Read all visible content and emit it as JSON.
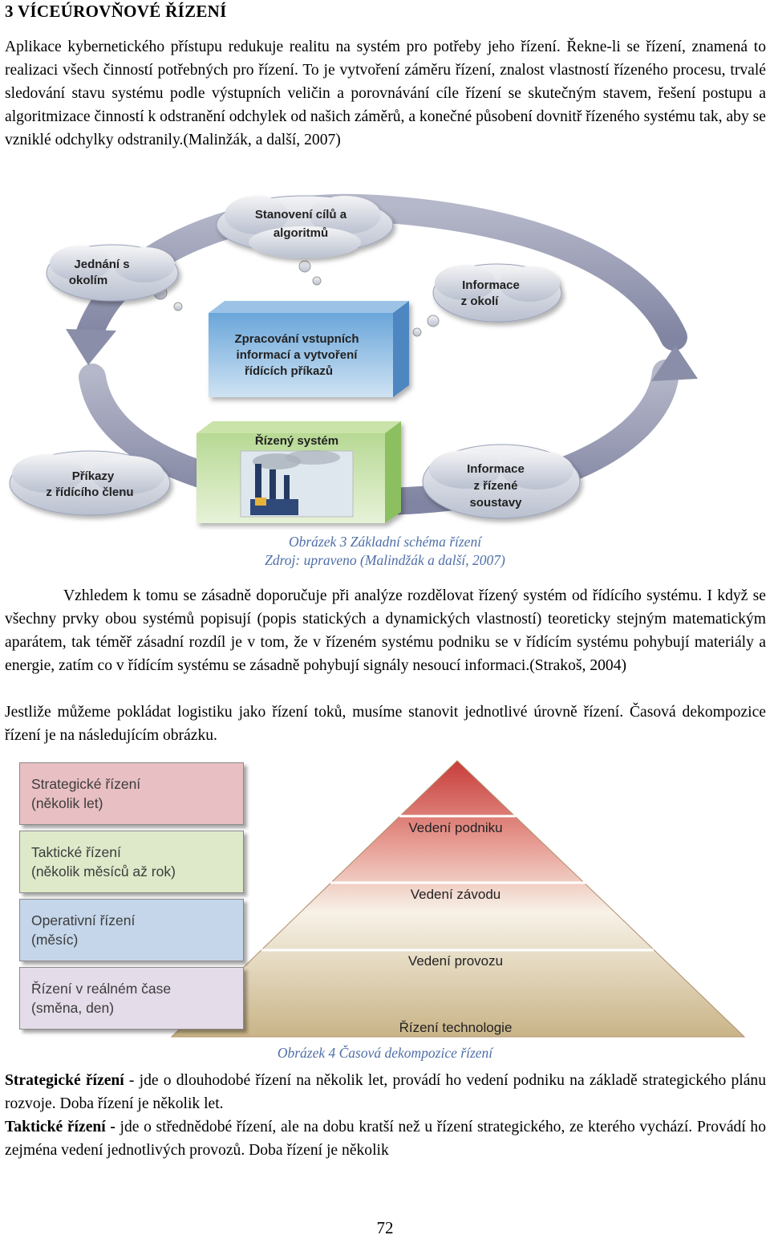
{
  "heading": "3  VÍCEÚROVŇOVÉ ŘÍZENÍ",
  "intro_paragraph": "Aplikace kybernetického přístupu redukuje realitu na systém pro potřeby jeho řízení. Řekne-li se řízení, znamená to realizaci všech činností potřebných pro řízení. To je vytvoření záměru řízení, znalost vlastností řízeného procesu, trvalé sledování stavu systému podle výstupních veličin a porovnávání cíle řízení se skutečným stavem, řešení postupu a algoritmizace činností k odstranění odchylek od našich záměrů, a konečné působení dovnitř řízeného systému tak, aby se vzniklé odchylky odstranily.(Malinžák, a další, 2007)",
  "figure3": {
    "cloud_top": [
      "Stanovení cílů a",
      "algoritmů"
    ],
    "cloud_left": [
      "Jednání  s",
      "okolím"
    ],
    "cloud_right": [
      "Informace",
      "z okolí"
    ],
    "control_box": [
      "Zpracování vstupních",
      "informací a vytvoření",
      "řídících příkazů"
    ],
    "controlled_box": "Řízený systém",
    "cloud_bottom_left": [
      "Příkazy",
      "z řídícího členu"
    ],
    "cloud_bottom_right": [
      "Informace",
      "z řízené",
      "soustavy"
    ],
    "caption_line1": "Obrázek 3 Základní schéma řízení",
    "caption_line2": "Zdroj: upraveno (Malindžák a další, 2007)"
  },
  "middle_paragraph_1": "Vzhledem k tomu se zásadně doporučuje při analýze rozdělovat řízený systém od řídícího systému. I když se všechny prvky obou systémů popisují (popis statických a dynamických vlastností) teoreticky stejným matematickým aparátem, tak téměř zásadní rozdíl je v tom, že v řízeném systému podniku se v řídícím systému pohybují materiály a energie, zatím co v řídícím systému se zásadně pohybují signály nesoucí informaci.(Strakoš, 2004)",
  "middle_paragraph_2": "Jestliže můžeme pokládat logistiku jako řízení toků, musíme stanovit jednotlivé úrovně řízení. Časová dekompozice řízení je na následujícím obrázku.",
  "figure4": {
    "left_levels": [
      {
        "line1": "Strategické  řízení",
        "line2": "(několik let)",
        "color": "#e8bfc2"
      },
      {
        "line1": "Taktické  řízení",
        "line2": "(několik měsíců až rok)",
        "color": "#dde9c9"
      },
      {
        "line1": "Operativní  řízení",
        "line2": "(měsíc)",
        "color": "#c5d6ea"
      },
      {
        "line1": "Řízení  v reálném čase",
        "line2": "(směna, den)",
        "color": "#e4dce9"
      }
    ],
    "pyramid_levels": [
      "Vedení podniku",
      "Vedení závodu",
      "Vedení provozu",
      "Řízení technologie"
    ],
    "caption": "Obrázek 4 Časová dekompozice řízení"
  },
  "strategic_term": "Strategické  řízení",
  "strategic_text": " - jde o dlouhodobé řízení na několik let, provádí ho vedení podniku na základě strategického plánu rozvoje. Doba řízení je několik let.",
  "tactical_term": "Taktické řízení -",
  "tactical_text": " jde o střednědobé řízení, ale na dobu kratší než u řízení strategického, ze kterého vychází. Provádí ho zejména vedení jednotlivých provozů. Doba řízení je několik",
  "page_number": "72"
}
